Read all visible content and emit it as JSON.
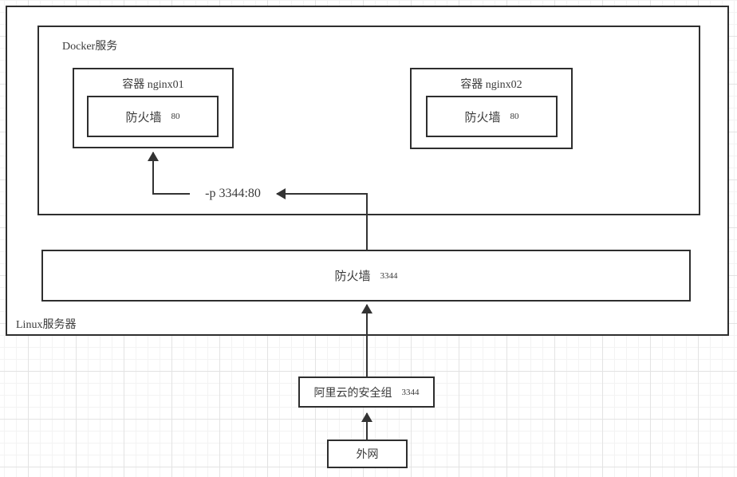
{
  "colors": {
    "stroke": "#333333",
    "border": "#2e2e2e",
    "text": "#3a3a3a",
    "canvas_bg": "#ffffff",
    "shape_fill": "#ffffff",
    "grid_minor": "#f3f3f3",
    "grid_major": "#e3e3e3"
  },
  "diagram": {
    "linux_server_label": "Linux服务器",
    "docker_service_label": "Docker服务",
    "containers": [
      {
        "title": "容器 nginx01",
        "firewall_label": "防火墙",
        "port": "80"
      },
      {
        "title": "容器 nginx02",
        "firewall_label": "防火墙",
        "port": "80"
      }
    ],
    "host_firewall": {
      "label": "防火墙",
      "port": "3344"
    },
    "port_mapping_label": "-p 3344:80",
    "security_group": {
      "label": "阿里云的安全组",
      "port": "3344"
    },
    "external_network_label": "外网"
  }
}
